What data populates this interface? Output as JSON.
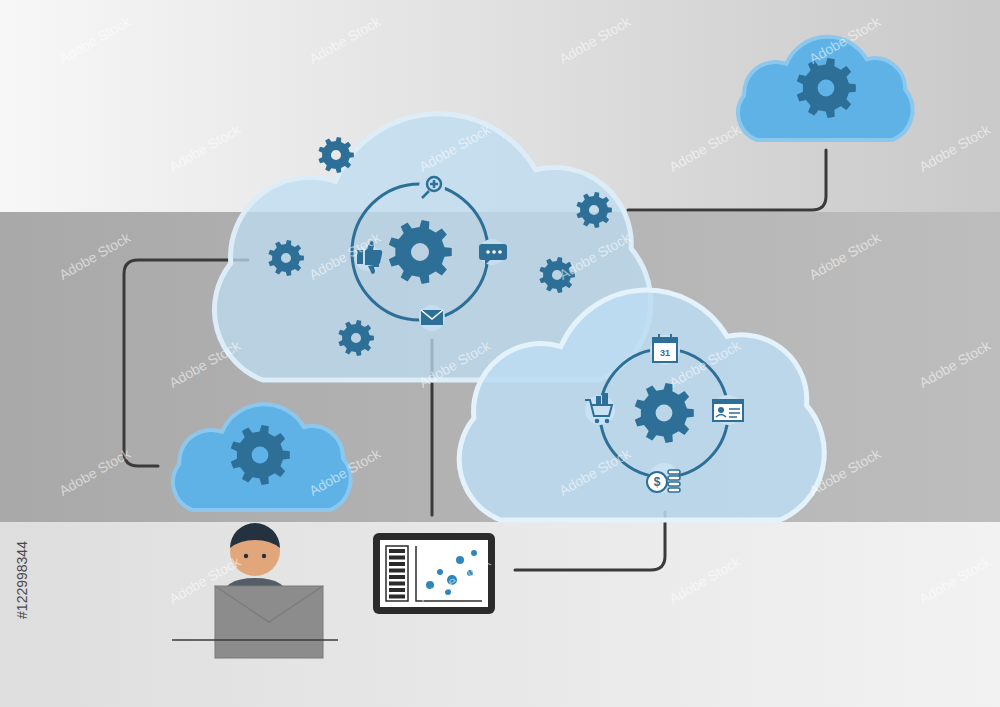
{
  "diagram": {
    "labels": [
      "#122998344",
      "31",
      "$",
      "Adobe Stock",
      "Adobe Stock",
      "Adobe Stock",
      "Adobe Stock",
      "Adobe Stock",
      "Adobe Stock",
      "Adobe Stock",
      "Adobe Stock",
      "Adobe Stock",
      "Adobe Stock",
      "Adobe Stock",
      "Adobe Stock",
      "Adobe Stock",
      "Adobe Stock",
      "Adobe Stock",
      "Adobe Stock",
      "Adobe Stock",
      "Adobe Stock",
      "Adobe Stock",
      "Adobe Stock",
      "Adobe Stock",
      "Adobe Stock",
      "Adobe Stock",
      "Adobe Stock"
    ]
  }
}
